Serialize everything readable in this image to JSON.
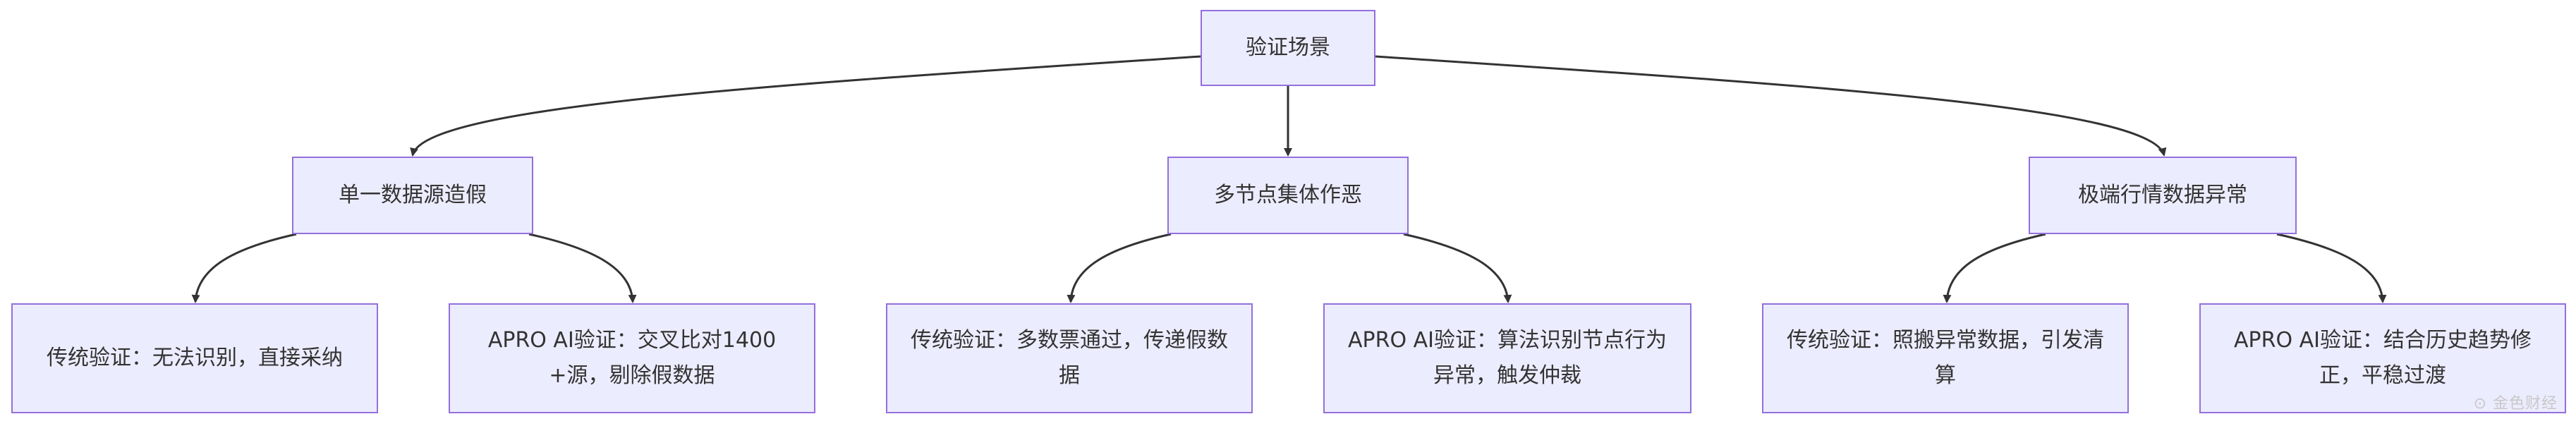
{
  "root": {
    "label": "验证场景"
  },
  "scenarios": [
    {
      "label": "单一数据源造假",
      "traditional": "传统验证：无法识别，直接采纳",
      "apro": "APRO AI验证：交叉比对1400+源，剔除假数据"
    },
    {
      "label": "多节点集体作恶",
      "traditional": "传统验证：多数票通过，传递假数据",
      "apro": "APRO AI验证：算法识别节点行为异常，触发仲裁"
    },
    {
      "label": "极端行情数据异常",
      "traditional": "传统验证：照搬异常数据，引发清算",
      "apro": "APRO AI验证：结合历史趋势修正，平稳过渡"
    }
  ],
  "watermark": "⊙ 金色财经"
}
